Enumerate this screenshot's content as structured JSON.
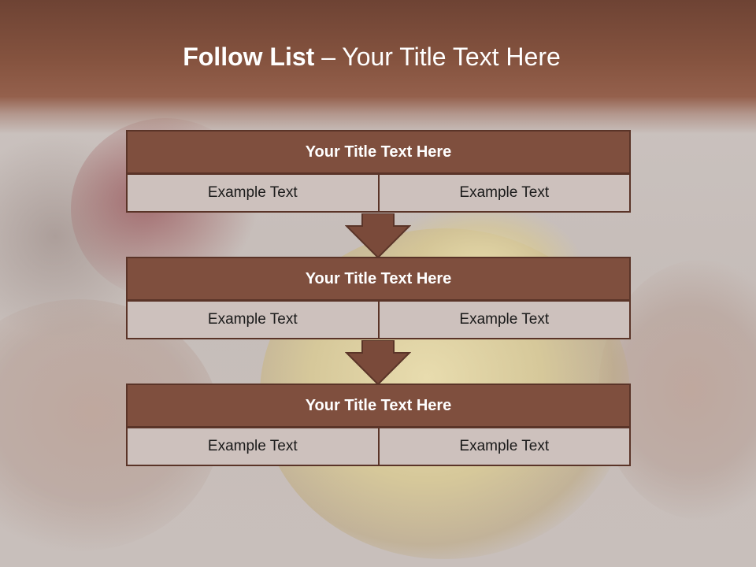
{
  "slide": {
    "title_bold": "Follow List",
    "title_rest": " – Your Title Text Here"
  },
  "steps": [
    {
      "title": "Your Title Text Here",
      "left": "Example Text",
      "right": "Example Text"
    },
    {
      "title": "Your Title Text Here",
      "left": "Example Text",
      "right": "Example Text"
    },
    {
      "title": "Your Title Text Here",
      "left": "Example Text",
      "right": "Example Text"
    }
  ],
  "colors": {
    "header_fill": "#7f4f3e",
    "border": "#5a3428",
    "cell_fill": "#cdc1bd",
    "arrow_fill": "#7a4a3a"
  }
}
